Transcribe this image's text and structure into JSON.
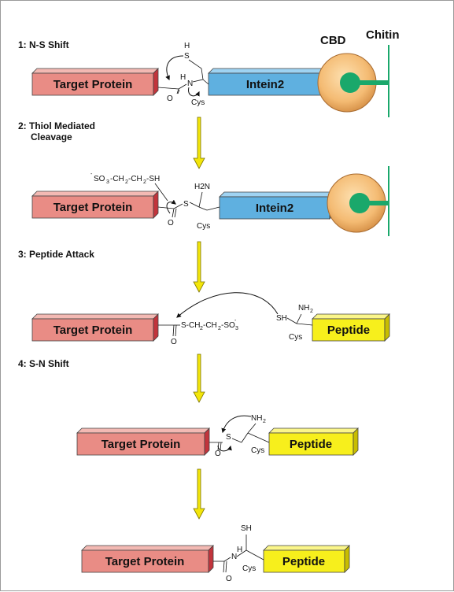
{
  "steps": {
    "s1": "1:  N-S Shift",
    "s2_line1": "2:  Thiol Mediated",
    "s2_line2": "Cleavage",
    "s3": "3:  Peptide Attack",
    "s4": "4:  S-N Shift"
  },
  "labels": {
    "cbd": "CBD",
    "chitin": "Chitin",
    "target_protein": "Target Protein",
    "intein2": "Intein2",
    "peptide": "Peptide",
    "cys": "Cys"
  },
  "chem": {
    "h": "H",
    "s": "S",
    "n": "N",
    "o": "O",
    "sh": "SH",
    "h2n": "H2N",
    "nh": "NH",
    "sub2": "2",
    "minus": "-",
    "mesna_left": "SO",
    "mesna_sub3": "3",
    "mesna_mid1": "-CH",
    "mesna_mid2": "-CH",
    "mesna_end": "-SH",
    "thioester_chain": "S-CH",
    "thioester_mid": "-CH",
    "thioester_end": "-SO"
  },
  "colors": {
    "target": "#e98c85",
    "target_dark": "#c2343c",
    "target_top": "#f3b9b3",
    "intein": "#5fb0e0",
    "intein_top": "#9fd3f2",
    "intein_dark": "#3d86b4",
    "peptide": "#f7ef1c",
    "peptide_top": "#fbf68a",
    "peptide_dark": "#c8bd00",
    "bead": "#f4c27f",
    "chitin": "#1aa86b",
    "arrow": "#f3e60a"
  }
}
